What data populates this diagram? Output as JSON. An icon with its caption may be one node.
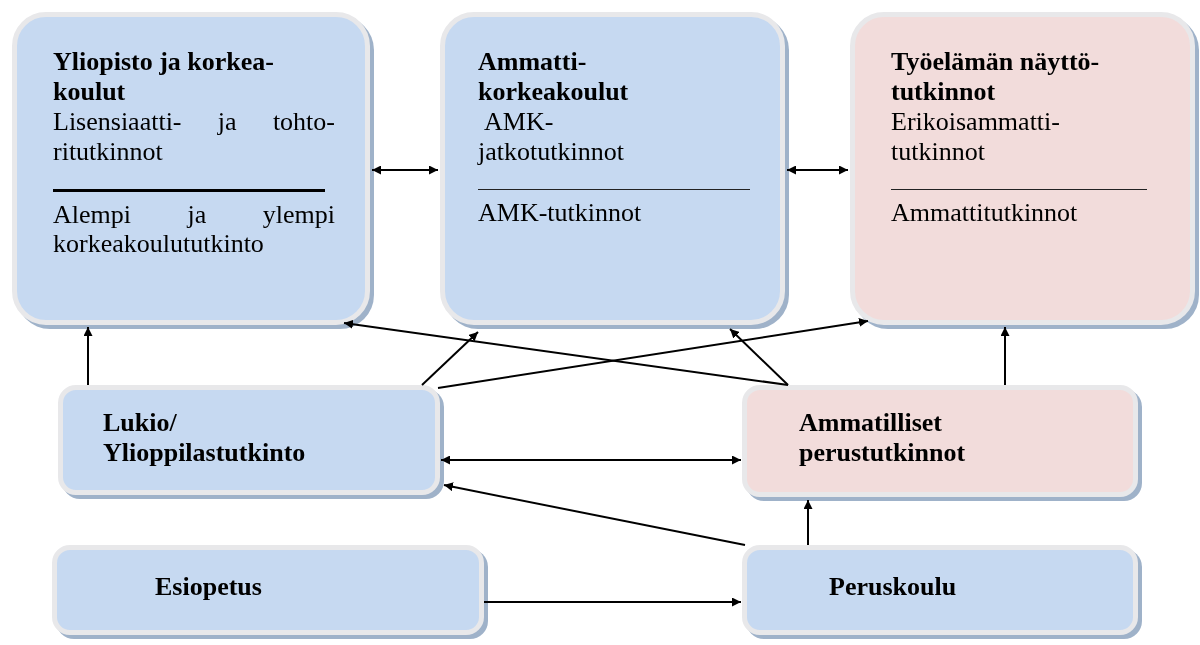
{
  "diagram": {
    "nodes": [
      {
        "text": [
          "Yliopisto ja korkea- koulut",
          "Lisensiaatti- ja tohto- ritutkinnot",
          "Alempi ja ylempi korkeakoulututkinto"
        ]
      },
      {
        "text": [
          "Ammatti- korkeakoulut",
          "AMK- jatkotutkinnot",
          "AMK-tutkinnot"
        ]
      },
      {
        "text": [
          "Työelämän näyttö- tutkinnot",
          "Erikoisammatti- tutkinnot",
          "Ammattitutkinnot"
        ]
      },
      {
        "text": [
          "Lukio/ Ylioppilastutkinto"
        ]
      },
      {
        "text": [
          "Ammatilliset perustutkinnot"
        ]
      },
      {
        "text": [
          "Esiopetus"
        ]
      },
      {
        "text": [
          "Peruskoulu"
        ]
      }
    ],
    "edges": [
      {
        "from": 0,
        "to": 1,
        "arrow": "both"
      },
      {
        "from": 1,
        "to": 2,
        "arrow": "both"
      },
      {
        "from": 3,
        "to": 0,
        "arrow": "to"
      },
      {
        "from": 3,
        "to": 1,
        "arrow": "to"
      },
      {
        "from": 3,
        "to": 2,
        "arrow": "to"
      },
      {
        "from": 4,
        "to": 0,
        "arrow": "to"
      },
      {
        "from": 4,
        "to": 1,
        "arrow": "to"
      },
      {
        "from": 4,
        "to": 2,
        "arrow": "to"
      },
      {
        "from": 3,
        "to": 4,
        "arrow": "both"
      },
      {
        "from": 6,
        "to": 3,
        "arrow": "to"
      },
      {
        "from": 6,
        "to": 4,
        "arrow": "to"
      },
      {
        "from": 5,
        "to": 6,
        "arrow": "to"
      }
    ]
  }
}
